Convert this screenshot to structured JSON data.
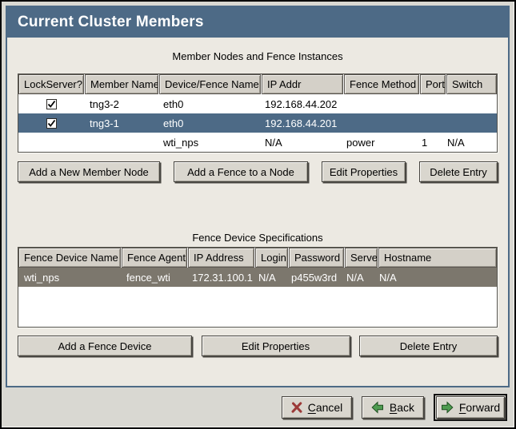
{
  "window": {
    "title": "Current Cluster Members"
  },
  "member_section": {
    "caption": "Member Nodes and Fence Instances",
    "columns": [
      "LockServer?",
      "Member Name",
      "Device/Fence Name",
      "IP Addr",
      "Fence Method",
      "Port",
      "Switch"
    ],
    "rows": [
      {
        "cells": [
          "",
          "tng3-2",
          "eth0",
          "192.168.44.202",
          "",
          "",
          ""
        ],
        "checkbox": "checked",
        "selected": ""
      },
      {
        "cells": [
          "",
          "tng3-1",
          "eth0",
          "192.168.44.201",
          "",
          "",
          ""
        ],
        "checkbox": "checked",
        "selected": "blue"
      },
      {
        "cells": [
          "",
          "",
          "wti_nps",
          "N/A",
          "power",
          "1",
          "N/A"
        ],
        "checkbox": "none",
        "selected": ""
      }
    ],
    "buttons": [
      "Add a New Member Node",
      "Add a Fence to a Node",
      "Edit Properties",
      "Delete Entry"
    ]
  },
  "fence_section": {
    "caption": "Fence Device Specifications",
    "columns": [
      "Fence Device Name",
      "Fence Agent",
      "IP Address",
      "Login",
      "Password",
      "Server",
      "Hostname"
    ],
    "rows": [
      {
        "cells": [
          "wti_nps",
          "fence_wti",
          "172.31.100.1",
          "N/A",
          "p455w3rd",
          "N/A",
          "N/A"
        ],
        "checkbox": "none",
        "selected": "gray"
      }
    ],
    "buttons": [
      "Add a Fence Device",
      "Edit Properties",
      "Delete Entry"
    ]
  },
  "footer": {
    "buttons": [
      {
        "label": "Cancel",
        "icon": "cancel-x-icon"
      },
      {
        "label": "Back",
        "icon": "arrow-left-icon"
      },
      {
        "label": "Forward",
        "icon": "arrow-right-icon",
        "default": true
      }
    ]
  },
  "colors": {
    "accent_blue": "#4d6a86",
    "selected_row_blue": "#4d6a86",
    "selected_row_gray": "#7c776d",
    "panel_bg": "#ece9e2",
    "dialog_bg": "#d9d8d2"
  }
}
